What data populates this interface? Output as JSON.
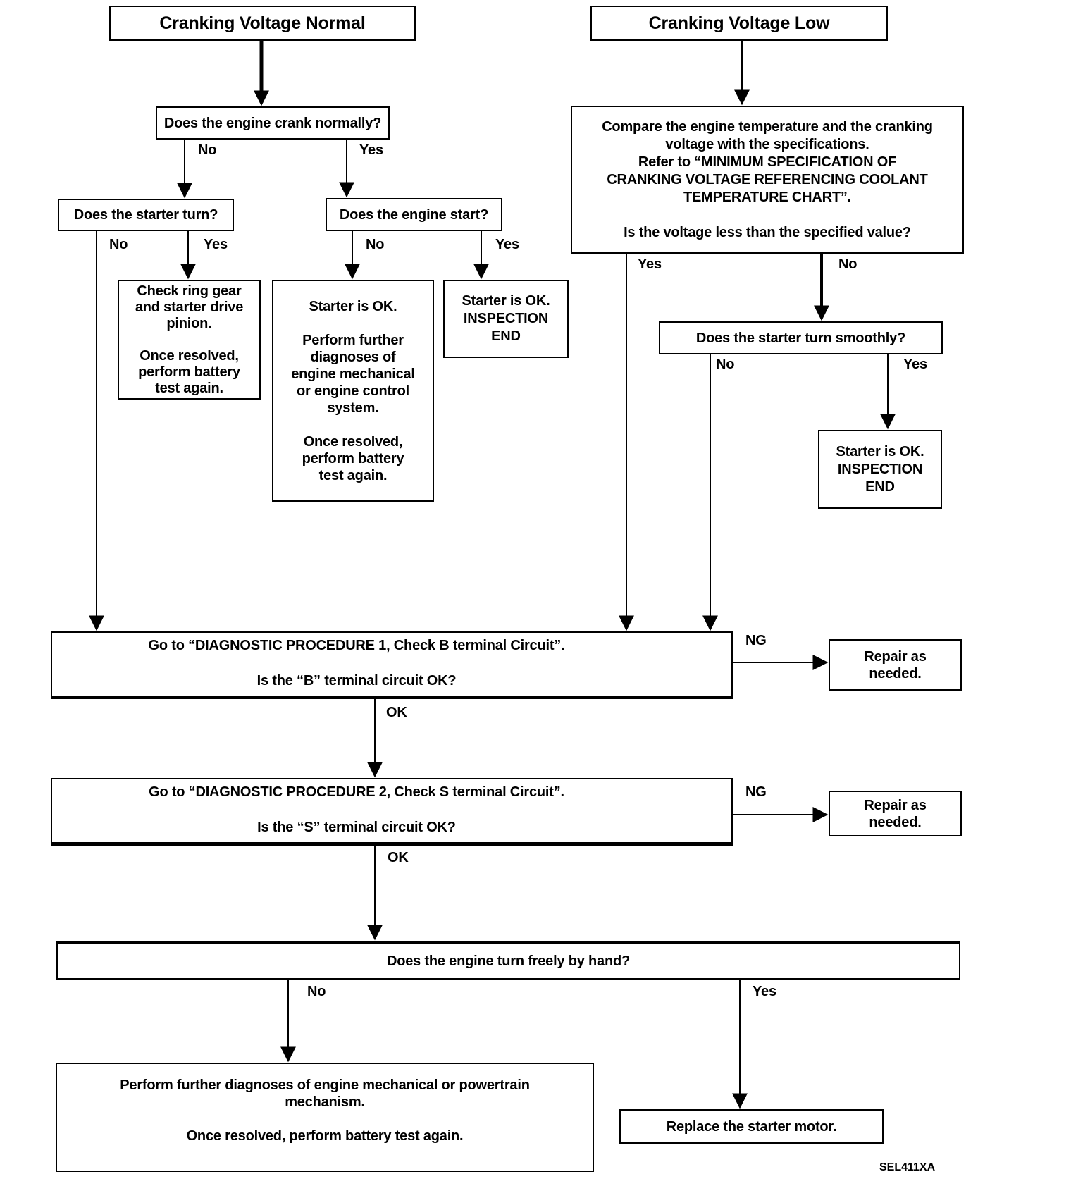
{
  "figure_code": "SEL411XA",
  "flowchart": {
    "colors": {
      "line": "#000000",
      "background": "#ffffff",
      "text": "#000000"
    },
    "nodes": {
      "title_normal": "Cranking Voltage Normal",
      "crank_normally": "Does the engine crank normally?",
      "starter_turn": "Does the starter turn?",
      "engine_start": "Does the engine start?",
      "check_ring_gear": "Check ring gear\nand starter drive\npinion.\n\nOnce resolved,\nperform battery\ntest again.",
      "starter_ok_further": "Starter is OK.\n\nPerform further\ndiagnoses of\nengine mechanical\nor engine control\nsystem.\n\nOnce resolved,\nperform battery\ntest again.",
      "starter_ok_end_left": "Starter is OK.\nINSPECTION\nEND",
      "title_low": "Cranking Voltage Low",
      "compare_voltage": "Compare the engine temperature and the cranking\nvoltage with the specifications.\nRefer to “MINIMUM SPECIFICATION OF\nCRANKING VOLTAGE REFERENCING COOLANT\nTEMPERATURE CHART”.\n\nIs the voltage less than the specified value?",
      "starter_smoothly": "Does the starter turn smoothly?",
      "starter_ok_end_right": "Starter is OK.\nINSPECTION\nEND",
      "diag_proc_1": "Go to “DIAGNOSTIC PROCEDURE 1, Check B terminal Circuit”.\n\nIs the “B” terminal circuit OK?",
      "repair_1": "Repair as\nneeded.",
      "diag_proc_2": "Go to “DIAGNOSTIC PROCEDURE 2, Check S terminal Circuit”.\n\nIs the “S” terminal circuit OK?",
      "repair_2": "Repair as\nneeded.",
      "engine_free": "Does the engine turn freely by hand?",
      "perform_further": "Perform further diagnoses of engine mechanical or powertrain\nmechanism.\n\nOnce resolved, perform battery test again.",
      "replace_starter": "Replace the starter motor."
    },
    "edge_labels": {
      "crank_no": "No",
      "crank_yes": "Yes",
      "turn_no": "No",
      "turn_yes": "Yes",
      "start_no": "No",
      "start_yes": "Yes",
      "voltage_yes": "Yes",
      "voltage_no": "No",
      "smooth_no": "No",
      "smooth_yes": "Yes",
      "diag1_ng": "NG",
      "diag1_ok": "OK",
      "diag2_ng": "NG",
      "diag2_ok": "OK",
      "free_no": "No",
      "free_yes": "Yes"
    }
  }
}
